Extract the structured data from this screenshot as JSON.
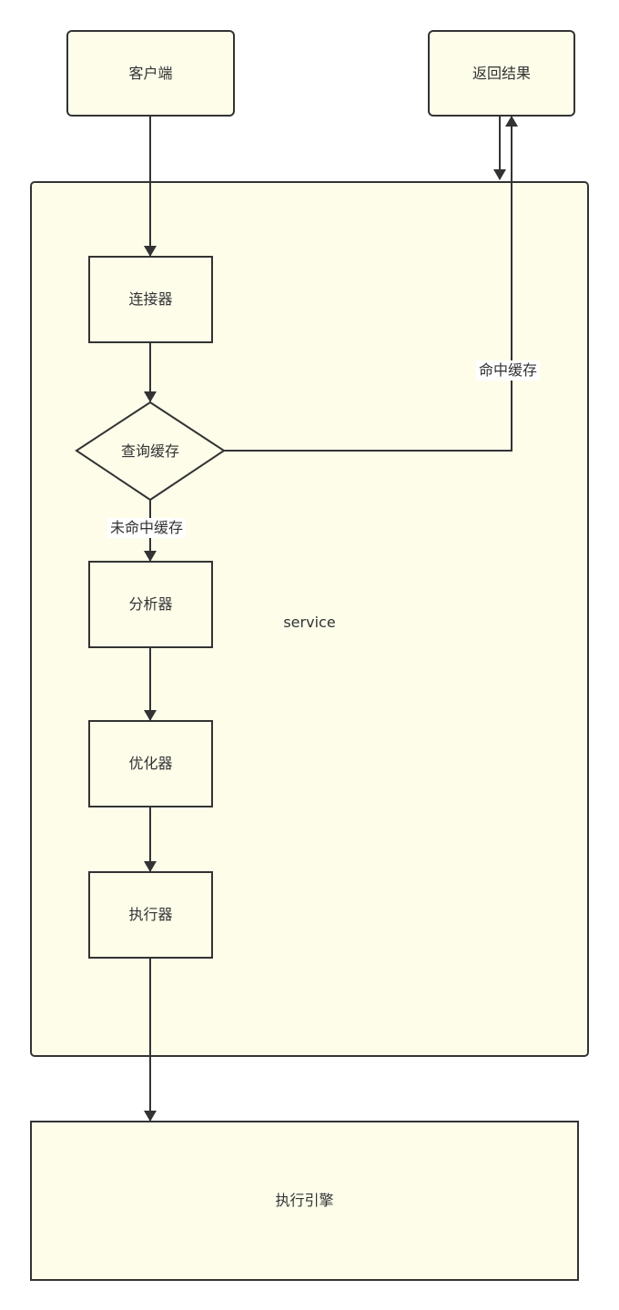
{
  "diagram": {
    "nodes": {
      "client": "客户端",
      "result": "返回结果",
      "service": "service",
      "connector": "连接器",
      "query_cache": "查询缓存",
      "analyzer": "分析器",
      "optimizer": "优化器",
      "executor": "执行器",
      "engine": "执行引擎"
    },
    "edges": {
      "cache_hit": "命中缓存",
      "cache_miss": "未命中缓存"
    }
  },
  "colors": {
    "node_fill": "#fdfdea",
    "stroke": "#333333",
    "text": "#333333"
  }
}
